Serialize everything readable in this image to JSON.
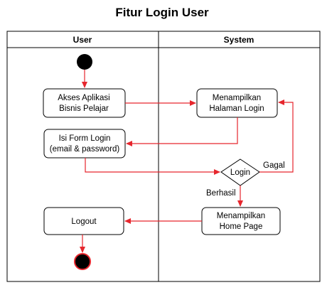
{
  "title": "Fitur Login User",
  "lanes": {
    "user": "User",
    "system": "System"
  },
  "nodes": {
    "akses": [
      "Akses Aplikasi",
      "Bisnis Pelajar"
    ],
    "tampil_login": [
      "Menampilkan",
      "Halaman Login"
    ],
    "isi_form": [
      "Isi Form Login",
      "(email & password)"
    ],
    "login": "Login",
    "tampil_home": [
      "Menampilkan",
      "Home Page"
    ],
    "logout": "Logout"
  },
  "edge_labels": {
    "gagal": "Gagal",
    "berhasil": "Berhasil"
  },
  "colors": {
    "arrow": "#e6262d",
    "stroke": "#000000",
    "end_fill": "#e6262d"
  }
}
